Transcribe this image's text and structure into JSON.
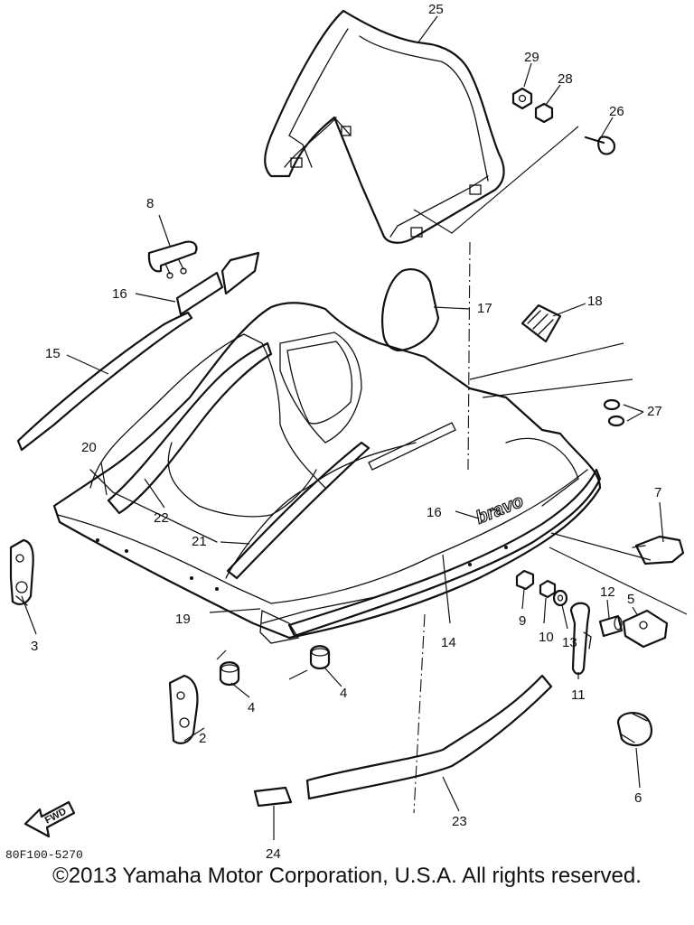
{
  "diagram": {
    "parts": [
      {
        "id": "p25",
        "label": "25"
      },
      {
        "id": "p29",
        "label": "29"
      },
      {
        "id": "p28",
        "label": "28"
      },
      {
        "id": "p26",
        "label": "26"
      },
      {
        "id": "p8",
        "label": "8"
      },
      {
        "id": "p16a",
        "label": "16"
      },
      {
        "id": "p17",
        "label": "17"
      },
      {
        "id": "p18",
        "label": "18"
      },
      {
        "id": "p15",
        "label": "15"
      },
      {
        "id": "p27",
        "label": "27"
      },
      {
        "id": "p20",
        "label": "20"
      },
      {
        "id": "p22",
        "label": "22"
      },
      {
        "id": "p16b",
        "label": "16"
      },
      {
        "id": "p7",
        "label": "7"
      },
      {
        "id": "p21",
        "label": "21"
      },
      {
        "id": "p3",
        "label": "3"
      },
      {
        "id": "p19",
        "label": "19"
      },
      {
        "id": "p14",
        "label": "14"
      },
      {
        "id": "p12",
        "label": "12"
      },
      {
        "id": "p5",
        "label": "5"
      },
      {
        "id": "p9",
        "label": "9"
      },
      {
        "id": "p10",
        "label": "10"
      },
      {
        "id": "p13",
        "label": "13"
      },
      {
        "id": "p4a",
        "label": "4"
      },
      {
        "id": "p4b",
        "label": "4"
      },
      {
        "id": "p11",
        "label": "11"
      },
      {
        "id": "p2",
        "label": "2"
      },
      {
        "id": "p6",
        "label": "6"
      },
      {
        "id": "p23",
        "label": "23"
      },
      {
        "id": "p24",
        "label": "24"
      }
    ],
    "brand_text": "bravo",
    "fwd_text": "FWD",
    "code": "80F100-5270",
    "copyright": "©2013 Yamaha Motor Corporation, U.S.A. All rights reserved."
  }
}
